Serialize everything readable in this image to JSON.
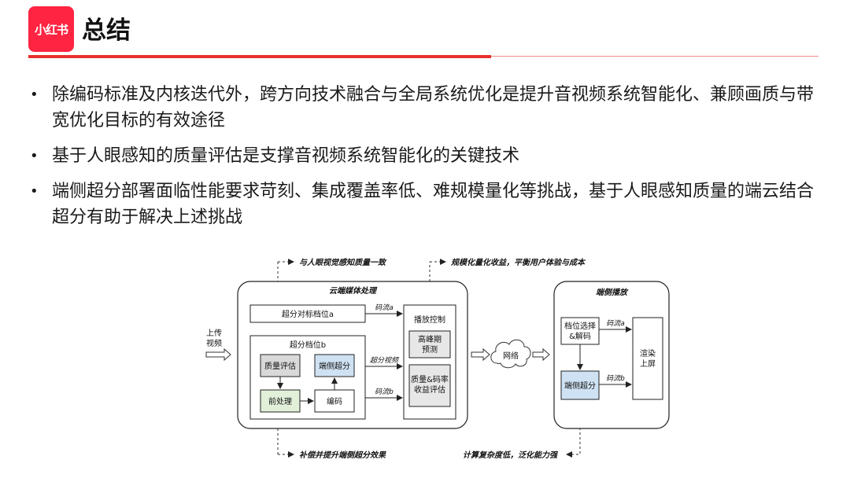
{
  "header": {
    "logo_text": "小红书",
    "title": "总结"
  },
  "bullets": [
    "除编码标准及内核迭代外，跨方向技术融合与全局系统优化是提升音视频系统智能化、兼顾画质与带宽优化目标的有效途径",
    "基于人眼感知的质量评估是支撑音视频系统智能化的关键技术",
    "端侧超分部署面临性能要求苛刻、集成覆盖率低、难规模量化等挑战，基于人眼感知质量的端云结合超分有助于解决上述挑战"
  ],
  "diagram": {
    "annotations": {
      "top_left": "与人眼视觉感知质量一致",
      "top_right": "规模化量化收益，平衡用户体验与成本",
      "bottom_left": "补偿并提升端侧超分效果",
      "bottom_right": "计算复杂度低，泛化能力强"
    },
    "upload_label": [
      "上传",
      "视频"
    ],
    "cloud": {
      "title": "云端媒体处理",
      "sr_target": "超分对标档位a",
      "sr_level": "超分档位b",
      "quality_eval": "质量评估",
      "client_sr": "端侧超分",
      "preprocess": "前处理",
      "encode": "编码",
      "stream_a": "码流a",
      "sr_video": "超分视频",
      "stream_b": "码流b",
      "playback_control": "播放控制",
      "peak_predict": [
        "高峰期",
        "预测"
      ],
      "quality_bitrate_eval": [
        "质量&码率",
        "收益评估"
      ]
    },
    "network_label": "网络",
    "client": {
      "title": "端侧播放",
      "level_select": [
        "档位选择",
        "&解码"
      ],
      "stream_a": "码流a",
      "client_sr": "端侧超分",
      "stream_b": "码流b",
      "render": [
        "渲染",
        "上屏"
      ]
    },
    "colors": {
      "accent_red": "#e8302c",
      "quality_fill": "#d9d9d9",
      "client_sr_fill": "#cfe2f3",
      "preprocess_fill": "#e2f0d9",
      "panel_fill": "#e7e7e7"
    }
  }
}
